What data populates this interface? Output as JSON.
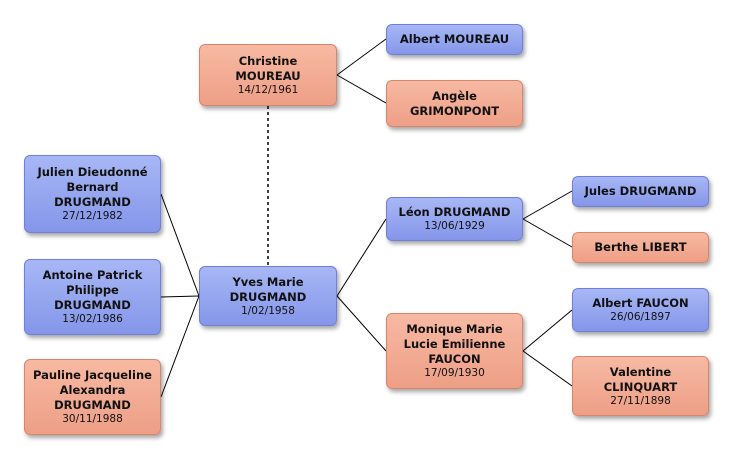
{
  "colors": {
    "male": "#8e9ef0",
    "female": "#f2a88e",
    "line": "#000000"
  },
  "people": {
    "christine": {
      "name": [
        "Christine",
        "MOUREAU"
      ],
      "date": "14/12/1961",
      "sex": "female"
    },
    "albert_m": {
      "name": [
        "Albert MOUREAU"
      ],
      "date": "",
      "sex": "male"
    },
    "angele": {
      "name": [
        "Angèle",
        "GRIMONPONT"
      ],
      "date": "",
      "sex": "female"
    },
    "julien": {
      "name": [
        "Julien Dieudonné",
        "Bernard",
        "DRUGMAND"
      ],
      "date": "27/12/1982",
      "sex": "male"
    },
    "antoine": {
      "name": [
        "Antoine Patrick",
        "Philippe",
        "DRUGMAND"
      ],
      "date": "13/02/1986",
      "sex": "male"
    },
    "pauline": {
      "name": [
        "Pauline Jacqueline",
        "Alexandra",
        "DRUGMAND"
      ],
      "date": "30/11/1988",
      "sex": "female"
    },
    "yves": {
      "name": [
        "Yves Marie",
        "DRUGMAND"
      ],
      "date": "1/02/1958",
      "sex": "male"
    },
    "leon": {
      "name": [
        "Léon DRUGMAND"
      ],
      "date": "13/06/1929",
      "sex": "male"
    },
    "monique": {
      "name": [
        "Monique Marie",
        "Lucie Emilienne",
        "FAUCON"
      ],
      "date": "17/09/1930",
      "sex": "female"
    },
    "jules": {
      "name": [
        "Jules DRUGMAND"
      ],
      "date": "",
      "sex": "male"
    },
    "berthe": {
      "name": [
        "Berthe LIBERT"
      ],
      "date": "",
      "sex": "female"
    },
    "albert_f": {
      "name": [
        "Albert FAUCON"
      ],
      "date": "26/06/1897",
      "sex": "male"
    },
    "valentine": {
      "name": [
        "Valentine",
        "CLINQUART"
      ],
      "date": "27/11/1898",
      "sex": "female"
    }
  }
}
